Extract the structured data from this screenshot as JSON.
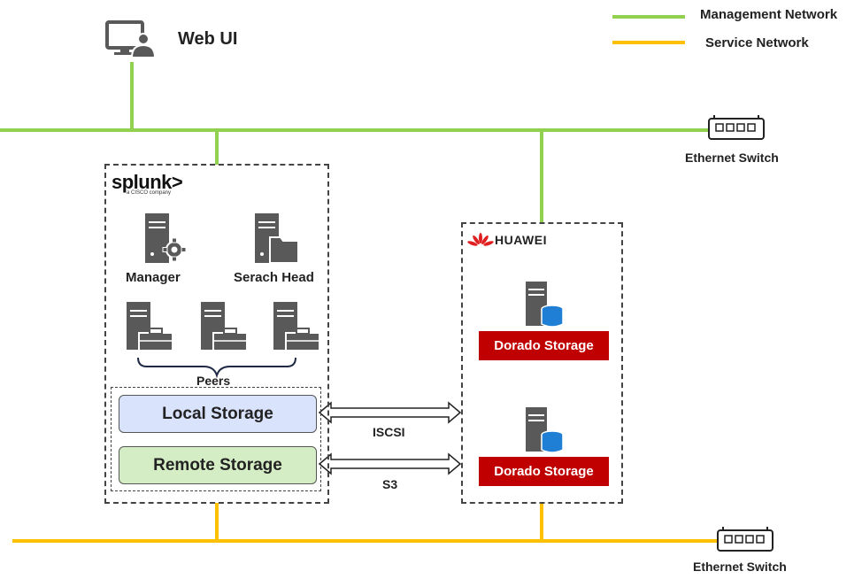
{
  "legend": {
    "management": {
      "label": "Management Network",
      "color": "#92d050"
    },
    "service": {
      "label": "Service Network",
      "color": "#ffc000"
    }
  },
  "web_ui": {
    "label": "Web UI"
  },
  "switches": {
    "top": {
      "label": "Ethernet Switch"
    },
    "bottom": {
      "label": "Ethernet Switch"
    }
  },
  "splunk": {
    "logo": "splunk>",
    "logo_sub": "a CISCO company",
    "manager": "Manager",
    "search_head": "Serach Head",
    "peers": "Peers",
    "local_storage": {
      "label": "Local Storage",
      "color": "#dae3fc"
    },
    "remote_storage": {
      "label": "Remote Storage",
      "color": "#d5edc4"
    }
  },
  "links": {
    "iscsi": "ISCSI",
    "s3": "S3"
  },
  "huawei": {
    "logo": "HUAWEI",
    "storage_1": "Dorado Storage",
    "storage_2": "Dorado Storage",
    "tag_color": "#c00000"
  }
}
